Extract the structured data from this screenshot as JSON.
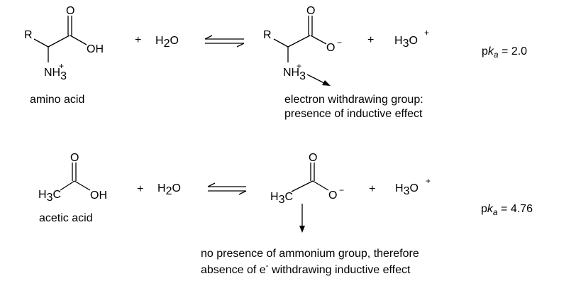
{
  "reaction1": {
    "reactant": {
      "r": "R",
      "o_carbonyl": "O",
      "oh": "OH",
      "nh": "NH",
      "nh_sub": "3",
      "plus": "+",
      "caption": "amino acid"
    },
    "plus_sign": "+",
    "water": {
      "h": "H",
      "sub": "2",
      "o": "O"
    },
    "product": {
      "r": "R",
      "o_carbonyl": "O",
      "o_minus": "O",
      "minus": "−",
      "nh": "NH",
      "nh_sub": "3",
      "plus": "+"
    },
    "plus_sign2": "+",
    "hydronium": {
      "h": "H",
      "sub": "3",
      "o": "O",
      "plus": "+"
    },
    "pka": {
      "p": "p",
      "k": "k",
      "a": "a",
      "rest": " = 2.0"
    },
    "note_line1": "electron withdrawing group:",
    "note_line2": "presence of inductive effect"
  },
  "reaction2": {
    "reactant": {
      "h3c": "H",
      "h3c_sub": "3",
      "h3c_c": "C",
      "o_carbonyl": "O",
      "oh": "OH",
      "caption": "acetic acid"
    },
    "plus_sign": "+",
    "water": {
      "h": "H",
      "sub": "2",
      "o": "O"
    },
    "product": {
      "h3c": "H",
      "h3c_sub": "3",
      "h3c_c": "C",
      "o_carbonyl": "O",
      "o_minus": "O",
      "minus": "−"
    },
    "plus_sign2": "+",
    "hydronium": {
      "h": "H",
      "sub": "3",
      "o": "O",
      "plus": "+"
    },
    "pka": {
      "p": "p",
      "k": "k",
      "a": "a",
      "rest": " = 4.76"
    },
    "note_line1": "no presence of ammonium group, therefore",
    "note_line2_a": "absence of e",
    "note_line2_sup": "-",
    "note_line2_b": "  withdrawing inductive effect"
  }
}
